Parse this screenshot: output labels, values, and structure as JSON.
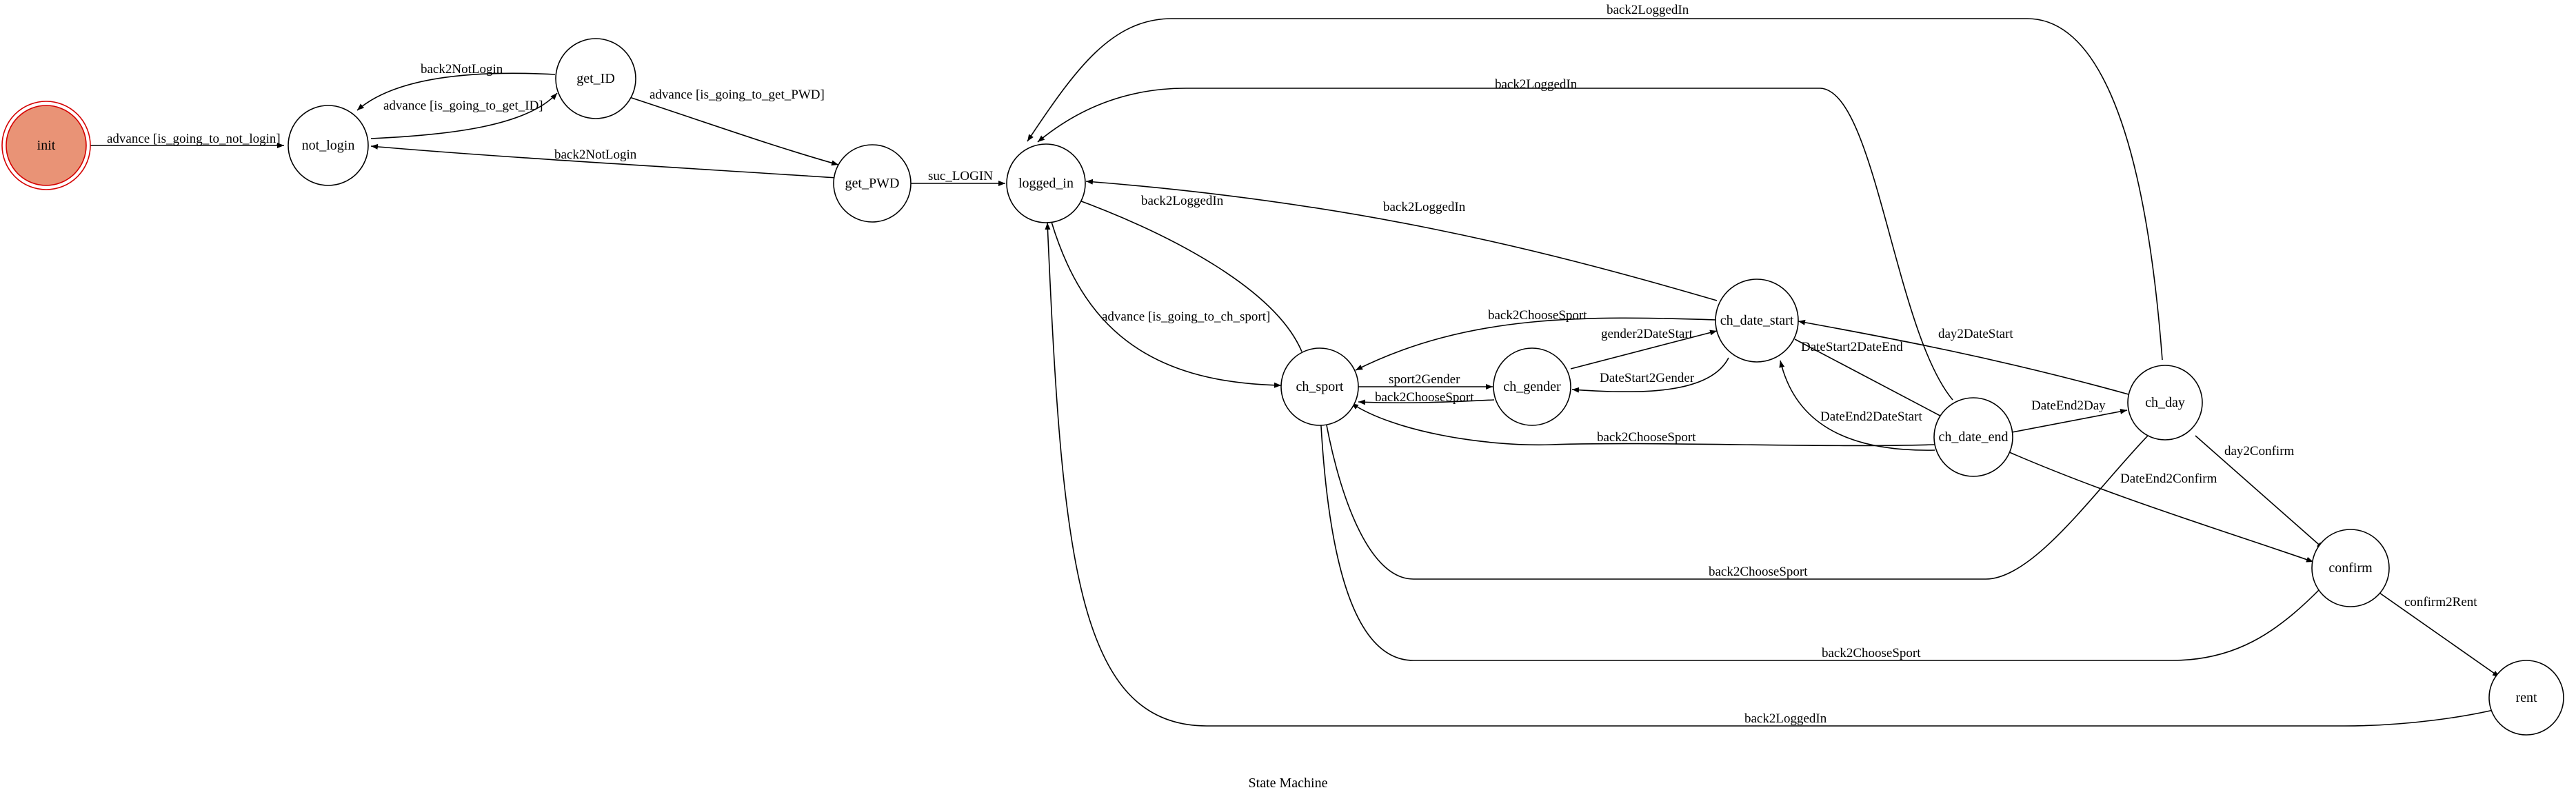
{
  "title": "State Machine",
  "colors": {
    "init_fill": "#e99376",
    "init_stroke": "#d40000",
    "line": "#000000"
  },
  "nodes": {
    "init": "init",
    "not_login": "not_login",
    "get_ID": "get_ID",
    "get_PWD": "get_PWD",
    "logged_in": "logged_in",
    "ch_sport": "ch_sport",
    "ch_gender": "ch_gender",
    "ch_date_start": "ch_date_start",
    "ch_date_end": "ch_date_end",
    "ch_day": "ch_day",
    "confirm": "confirm",
    "rent": "rent"
  },
  "edges": {
    "init_not_login": "advance [is_going_to_not_login]",
    "get_ID_not_login": "back2NotLogin",
    "not_login_get_ID": "advance [is_going_to_get_ID]",
    "get_ID_get_PWD": "advance [is_going_to_get_PWD]",
    "get_PWD_not_login": "back2NotLogin",
    "get_PWD_logged_in": "suc_LOGIN",
    "ch_day_logged_in": "back2LoggedIn",
    "ch_date_end_logged_in": "back2LoggedIn",
    "ch_date_start_logged_in": "back2LoggedIn",
    "ch_sport_logged_in": "back2LoggedIn",
    "logged_in_ch_sport": "advance [is_going_to_ch_sport]",
    "ch_date_start_ch_sport": "back2ChooseSport",
    "ch_sport_ch_gender": "sport2Gender",
    "ch_gender_ch_sport": "back2ChooseSport",
    "ch_gender_ch_date_start": "gender2DateStart",
    "ch_date_start_ch_gender": "DateStart2Gender",
    "ch_date_start_ch_date_end": "DateStart2DateEnd",
    "ch_date_end_ch_date_start": "DateEnd2DateStart",
    "ch_day_ch_date_start": "day2DateStart",
    "ch_date_end_ch_day": "DateEnd2Day",
    "ch_date_end_ch_sport": "back2ChooseSport",
    "ch_day_confirm": "day2Confirm",
    "ch_date_end_confirm": "DateEnd2Confirm",
    "ch_day_ch_sport": "back2ChooseSport",
    "confirm_ch_sport": "back2ChooseSport",
    "confirm_rent": "confirm2Rent",
    "rent_logged_in": "back2LoggedIn"
  }
}
